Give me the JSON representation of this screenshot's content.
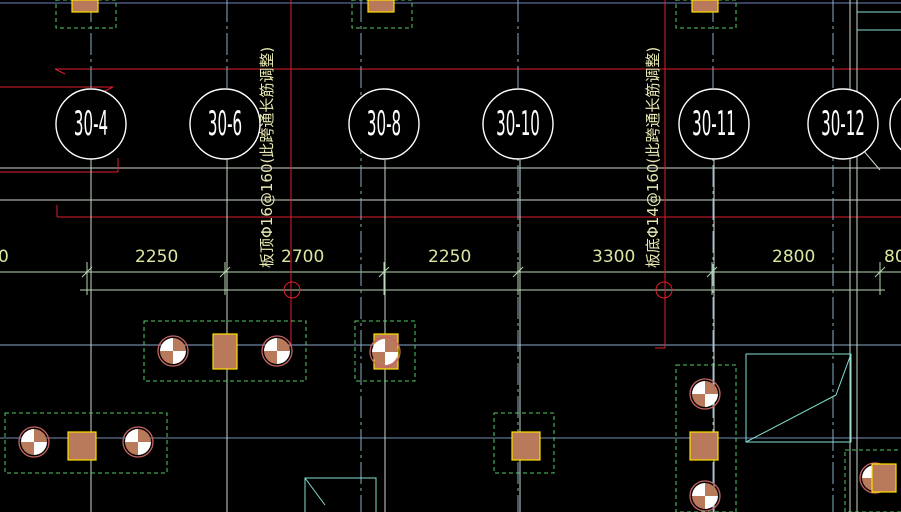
{
  "drawing": {
    "background": "#000000",
    "colors": {
      "grid_line": "#c8d8c8",
      "axis_line_red": "#e0202c",
      "dimension_line": "#b8d8b0",
      "dimension_text": "#d8e8a0",
      "footing_outline": "#55cc66",
      "column_fill": "#b97a5c",
      "column_outline": "#ffe000",
      "pile_marker": "#c86464",
      "panel_cyan": "#80e0d0",
      "bubble": "#ffffff",
      "note_text": "#e8e8b0"
    },
    "grid_axes": [
      {
        "label": "30-4"
      },
      {
        "label": "30-6"
      },
      {
        "label": "30-8"
      },
      {
        "label": "30-10"
      },
      {
        "label": "30-11"
      },
      {
        "label": "30-12"
      }
    ],
    "dimensions": [
      "0",
      "2250",
      "2700",
      "2250",
      "3300",
      "2800",
      "80"
    ],
    "notes": {
      "top_rebar": "板顶Φ16@160(此跨通长筋调整)",
      "bottom_rebar": "板底Φ14@160(此跨通长筋调整)"
    },
    "icons": {
      "pile": "pile-marker-icon",
      "column": "column-section-icon"
    }
  }
}
